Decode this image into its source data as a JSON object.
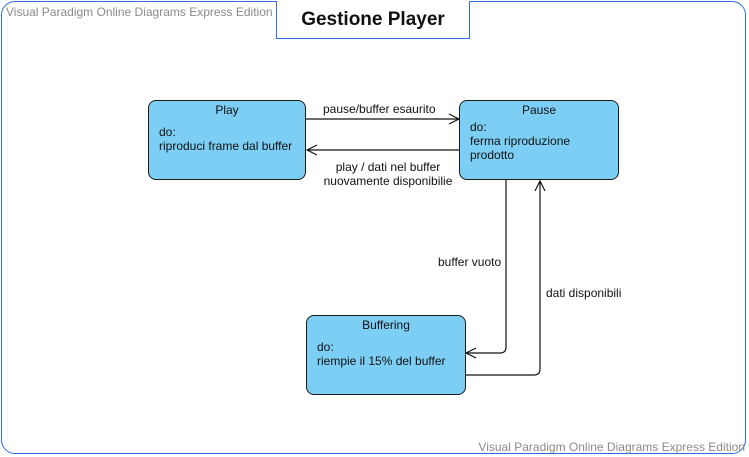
{
  "watermark": "Visual Paradigm Online Diagrams Express Edition",
  "title": "Gestione Player",
  "states": {
    "play": {
      "name": "Play",
      "do_label": "do:",
      "activity": "riproduci frame dal buffer"
    },
    "pause": {
      "name": "Pause",
      "do_label": "do:",
      "activity_line1": "ferma riproduzione",
      "activity_line2": "prodotto"
    },
    "buffering": {
      "name": "Buffering",
      "do_label": "do:",
      "activity": "riempie il 15% del buffer"
    }
  },
  "transitions": {
    "play_to_pause": "pause/buffer esaurito",
    "pause_to_play_line1": "play / dati nel buffer",
    "pause_to_play_line2": "nuovamente disponibilie",
    "pause_to_buffering": "buffer vuoto",
    "buffering_to_pause": "dati disponibili"
  },
  "colors": {
    "state_fill": "#7ccef5",
    "frame_border": "#2f6fe0"
  }
}
